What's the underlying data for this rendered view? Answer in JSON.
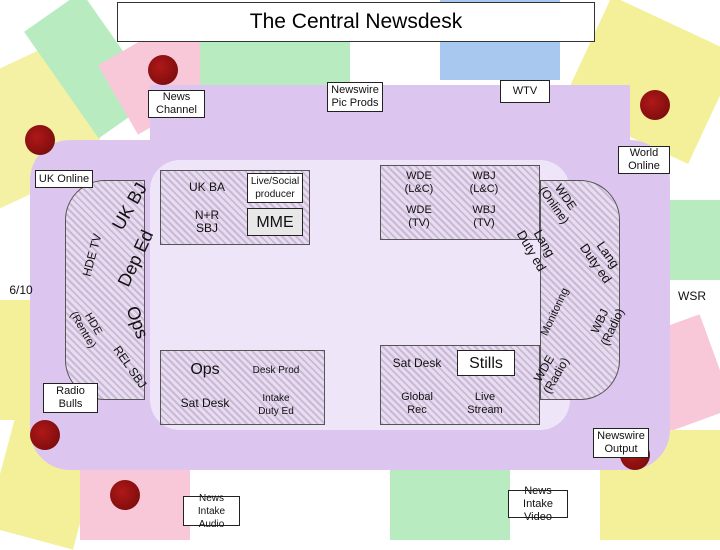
{
  "title": "The Central Newsdesk",
  "colors": {
    "lavender": "#dcc6f0",
    "yellow": "#f4f09a",
    "green": "#b8ecc0",
    "pink": "#f8c8d8",
    "blue": "#a8c8f0",
    "chair": "#9a1010"
  },
  "labels": {
    "news_channel": "News\nChannel",
    "newswire_pic_prods": "Newswire\nPic Prods",
    "wtv": "WTV",
    "world_online": "World\nOnline",
    "uk_online": "UK Online",
    "uk_ba": "UK BA",
    "live_social": "Live/Social\nproducer",
    "nr_sbj": "N+R\nSBJ",
    "mme": "MME",
    "wde_lc": "WDE\n(L&C)",
    "wbj_lc": "WBJ\n(L&C)",
    "wde_tv": "WDE\n(TV)",
    "wbj_tv": "WBJ\n(TV)",
    "uk_bj": "UK BJ",
    "hde_tv": "HDE TV",
    "dep_ed": "Dep Ed",
    "six_ten": "6/10",
    "ops_left": "Ops",
    "hde_rentre": "HDE\n(Rentre)",
    "rel_sbj": "REL SBJ",
    "radio_bulls": "Radio\nBulls",
    "ops_center": "Ops",
    "desk_prod": "Desk Prod",
    "sat_desk_left": "Sat Desk",
    "intake_duty_ed": "Intake\nDuty Ed",
    "sat_desk_right": "Sat Desk",
    "stills": "Stills",
    "global_rec": "Global\nRec",
    "live_stream": "Live\nStream",
    "wde_online": "WDE\n(Online)",
    "lang_duty_ed_1": "Lang\nDuty ed",
    "lang_duty_ed_2": "Lang\nDuty ed",
    "wsr": "WSR",
    "monitoring": "Monitoring",
    "wbj_radio": "WBJ\n(Radio)",
    "wde_radio": "WDE\n(Radio)",
    "newswire_output": "Newswire\nOutput",
    "news_intake_audio": "News Intake\nAudio",
    "news_intake_video": "News Intake\nVideo"
  }
}
